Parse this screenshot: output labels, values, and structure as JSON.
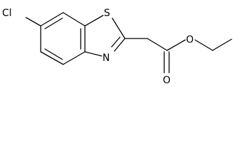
{
  "molecule": {
    "atoms": {
      "chlorine": "Cl",
      "sulfur": "S",
      "nitrogen": "N",
      "ester_oxygen": "O",
      "carbonyl_oxygen": "O"
    }
  },
  "colors": {
    "bond": "#000000",
    "label": "#000000",
    "background": "#ffffff"
  }
}
